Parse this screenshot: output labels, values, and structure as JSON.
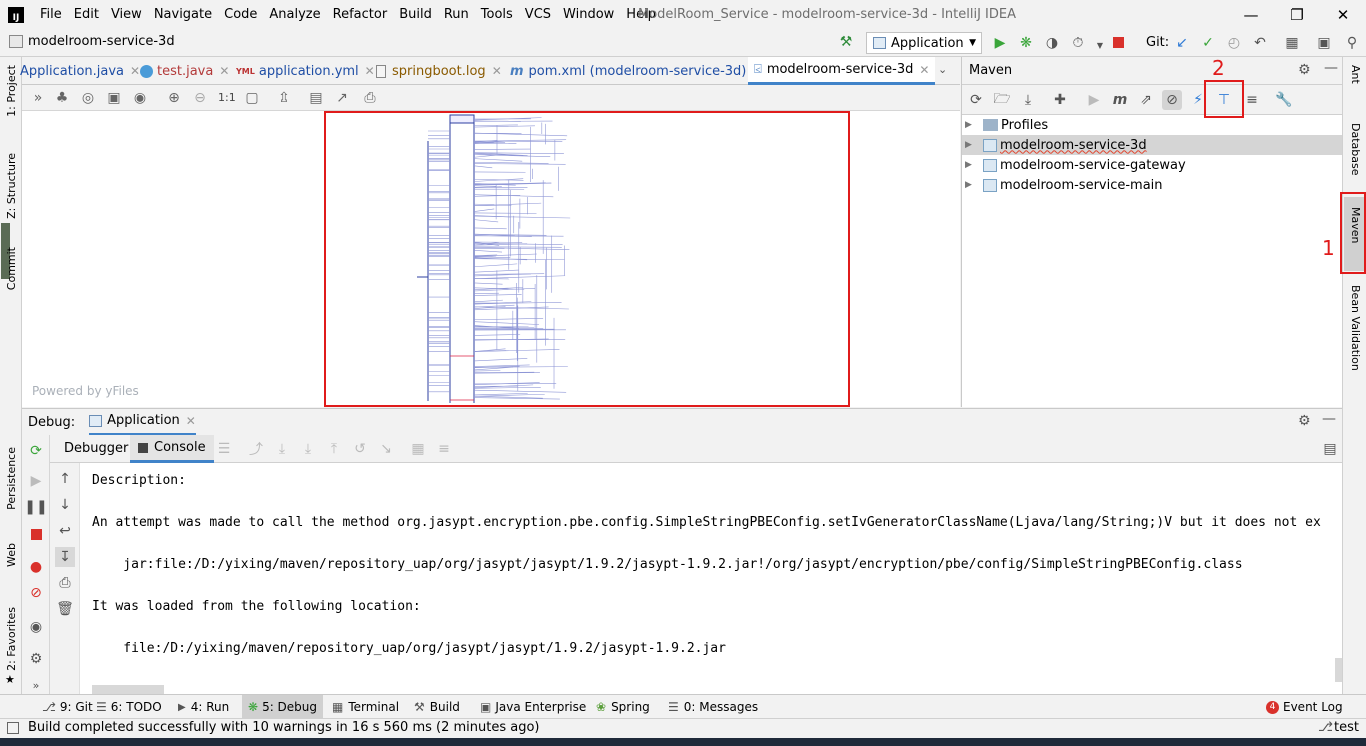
{
  "menubar": {
    "items": [
      "File",
      "Edit",
      "View",
      "Navigate",
      "Code",
      "Analyze",
      "Refactor",
      "Build",
      "Run",
      "Tools",
      "VCS",
      "Window",
      "Help"
    ],
    "window_title": "ModelRoom_Service - modelroom-service-3d - IntelliJ IDEA"
  },
  "navbar": {
    "project_name": "modelroom-service-3d",
    "run_config": "Application",
    "git_label": "Git:"
  },
  "editor_tabs": [
    {
      "label": "Application.java"
    },
    {
      "label": "test.java"
    },
    {
      "label": "application.yml"
    },
    {
      "label": "springboot.log"
    },
    {
      "label": "pom.xml (modelroom-service-3d)"
    },
    {
      "label": "modelroom-service-3d"
    }
  ],
  "diagram": {
    "zoom_label": "1:1",
    "watermark": "Powered by yFiles"
  },
  "maven": {
    "title": "Maven",
    "tree": [
      {
        "label": "Profiles"
      },
      {
        "label": "modelroom-service-3d"
      },
      {
        "label": "modelroom-service-gateway"
      },
      {
        "label": "modelroom-service-main"
      }
    ]
  },
  "annotations": {
    "label_1": "1",
    "label_2": "2",
    "color": "#e01b1b"
  },
  "left_tools": [
    "1: Project",
    "Z: Structure",
    "Commit",
    "Persistence",
    "Web",
    "2: Favorites"
  ],
  "right_tools": [
    "Ant",
    "Database",
    "Maven",
    "Bean Validation"
  ],
  "debug": {
    "label": "Debug:",
    "session_tab": "Application",
    "tabs": [
      "Debugger",
      "Console"
    ]
  },
  "console": {
    "lines": [
      "Description:",
      "",
      "An attempt was made to call the method org.jasypt.encryption.pbe.config.SimpleStringPBEConfig.setIvGeneratorClassName(Ljava/lang/String;)V but it does not ex",
      "",
      "    jar:file:/D:/yixing/maven/repository_uap/org/jasypt/jasypt/1.9.2/jasypt-1.9.2.jar!/org/jasypt/encryption/pbe/config/SimpleStringPBEConfig.class",
      "",
      "It was loaded from the following location:",
      "",
      "    file:/D:/yixing/maven/repository_uap/org/jasypt/jasypt/1.9.2/jasypt-1.9.2.jar"
    ]
  },
  "bottom_tools": [
    "9: Git",
    "6: TODO",
    "4: Run",
    "5: Debug",
    "Terminal",
    "Build",
    "Java Enterprise",
    "Spring",
    "0: Messages",
    "Event Log"
  ],
  "event_log_count": "4",
  "status": {
    "message": "Build completed successfully with 10 warnings in 16 s 560 ms (2 minutes ago)",
    "branch": "test"
  }
}
